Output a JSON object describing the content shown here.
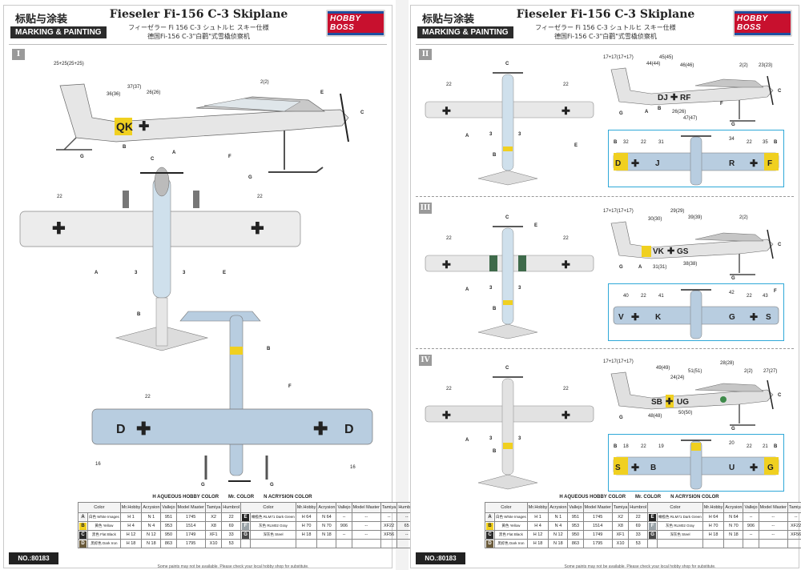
{
  "header": {
    "cn_title": "标贴与涂装",
    "en_title": "MARKING & PAINTING",
    "title": "Fieseler Fi-156 C-3 Skiplane",
    "sub_jp": "フィーゼラー Fi 156 C-3 シュトルヒ スキー仕様",
    "sub_cn": "德国Fi-156 C-3\"白鹳\"式雪橇侦察机",
    "logo": "HOBBY BOSS"
  },
  "sections": [
    "I",
    "II",
    "III",
    "IV"
  ],
  "product_no": "NO.:80183",
  "legend": {
    "aqueous": "H AQUEOUS HOBBY COLOR",
    "mr": "Mr. COLOR",
    "acrysion": "N ACRYSION COLOR"
  },
  "table": {
    "headers": [
      "Color",
      "Mr.Hobby",
      "Acrysion",
      "Vallejo",
      "Model Master",
      "Tamiya",
      "Humbrol"
    ],
    "rows_left": [
      {
        "code": "A",
        "swatch": "#f2f2f2",
        "cn": "白色",
        "en": "White Images",
        "mr": "H 1",
        "acr": "N 1",
        "val": "951",
        "mm": "1745",
        "tam": "X2",
        "hum": "22"
      },
      {
        "code": "B",
        "swatch": "#f0d020",
        "cn": "黄色",
        "en": "Yellow",
        "mr": "H 4",
        "acr": "N 4",
        "val": "953",
        "mm": "1514",
        "tam": "X8",
        "hum": "69"
      },
      {
        "code": "C",
        "swatch": "#2b2b2b",
        "cn": "黑色",
        "en": "Flat Black",
        "mr": "H 12",
        "acr": "N 12",
        "val": "950",
        "mm": "1749",
        "tam": "XF1",
        "hum": "33"
      },
      {
        "code": "D",
        "swatch": "#6a5a3a",
        "cn": "黑棕色",
        "en": "Dark Iron",
        "mr": "H 18",
        "acr": "N 18",
        "val": "863",
        "mm": "1795",
        "tam": "X10",
        "hum": "53"
      }
    ],
    "rows_right": [
      {
        "code": "E",
        "swatch": "#222",
        "cn": "橄榄色",
        "en": "RLM71 Dark Green",
        "mr": "H 64",
        "acr": "N 64",
        "val": "--",
        "mm": "--",
        "tam": "--",
        "hum": "--"
      },
      {
        "code": "F",
        "swatch": "#9aa3a8",
        "cn": "灰色",
        "en": "RLM02 Gray",
        "mr": "H 70",
        "acr": "N 70",
        "val": "906",
        "mm": "--",
        "tam": "XF22",
        "hum": "65"
      },
      {
        "code": "G",
        "swatch": "#4a4a4a",
        "cn": "深灰色",
        "en": "Steel",
        "mr": "H 18",
        "acr": "N 18",
        "val": "--",
        "mm": "--",
        "tam": "XF56",
        "hum": "--"
      }
    ]
  },
  "note": "Some paints may not be available. Please check your local hobby shop for substitute.",
  "callouts": {
    "s1": [
      "25+25(25+25)",
      "36(36)",
      "37(37)",
      "26(26)",
      "2(2)",
      "22",
      "22",
      "22",
      "16",
      "16",
      "QK",
      "D",
      "D"
    ],
    "s2": [
      "17+17(17+17)",
      "45(45)",
      "44(44)",
      "46(46)",
      "2(2)",
      "23(23)",
      "26(26)",
      "47(47)",
      "32",
      "22",
      "31",
      "34",
      "22",
      "35",
      "D",
      "J",
      "R",
      "F",
      "DJ",
      "RF"
    ],
    "s3": [
      "17+17(17+17)",
      "29(29)",
      "30(30)",
      "39(39)",
      "2(2)",
      "31(31)",
      "38(38)",
      "40",
      "22",
      "41",
      "42",
      "22",
      "43",
      "V",
      "K",
      "G",
      "S",
      "VK",
      "GS"
    ],
    "s4": [
      "17+17(17+17)",
      "49(49)",
      "51(51)",
      "28(28)",
      "2(2)",
      "27(27)",
      "24(24)",
      "48(48)",
      "50(50)",
      "18",
      "22",
      "19",
      "20",
      "22",
      "21",
      "S",
      "B",
      "U",
      "G",
      "SB",
      "UG"
    ]
  },
  "colors": {
    "accent_box": "#2fa8d8",
    "callout_line": "#e8388a",
    "callout_line2": "#2fa8d8",
    "yellow": "#f0d020",
    "pale_blue": "#cfe0ec"
  }
}
